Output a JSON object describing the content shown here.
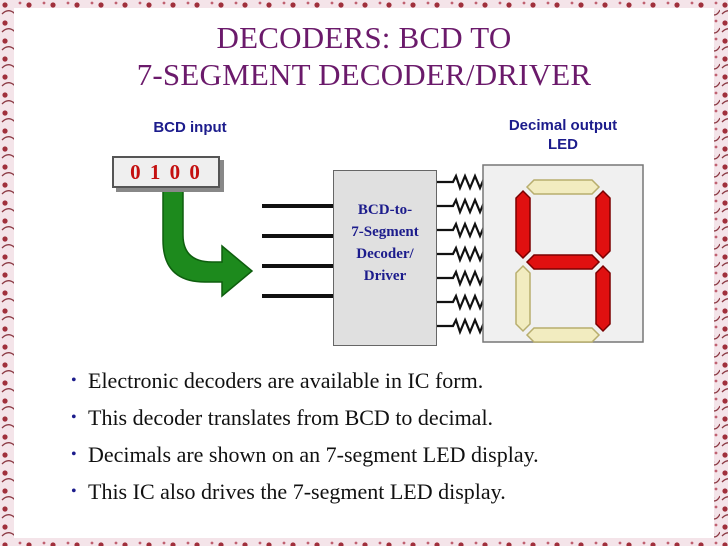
{
  "slide": {
    "title_line1": "DECODERS:  BCD TO",
    "title_line2": "7-SEGMENT DECODER/DRIVER"
  },
  "diagram": {
    "bcd_label": "BCD input",
    "bcd_bits": "0 1 0 0",
    "decoder_lines": [
      "BCD-to-",
      "7-Segment",
      "Decoder/",
      "Driver"
    ],
    "output_label_line1": "Decimal output",
    "output_label_line2": "LED",
    "input_lines": 4,
    "output_lines": 7,
    "displayed_digit": 4,
    "segments_on": [
      "b",
      "c",
      "f",
      "g"
    ],
    "colors": {
      "title": "#6b1a6b",
      "label": "#1c1c8c",
      "bits": "#c41010",
      "arrow": "#1d8a1d",
      "segment_on": "#e01010",
      "segment_off": "#f2ecc0",
      "display_bg": "#f0f0f0"
    }
  },
  "bullets": [
    "Electronic decoders are available in IC form.",
    "This decoder translates from BCD to decimal.",
    "Decimals are shown on an 7-segment LED display.",
    "This IC also drives the 7-segment LED display."
  ]
}
